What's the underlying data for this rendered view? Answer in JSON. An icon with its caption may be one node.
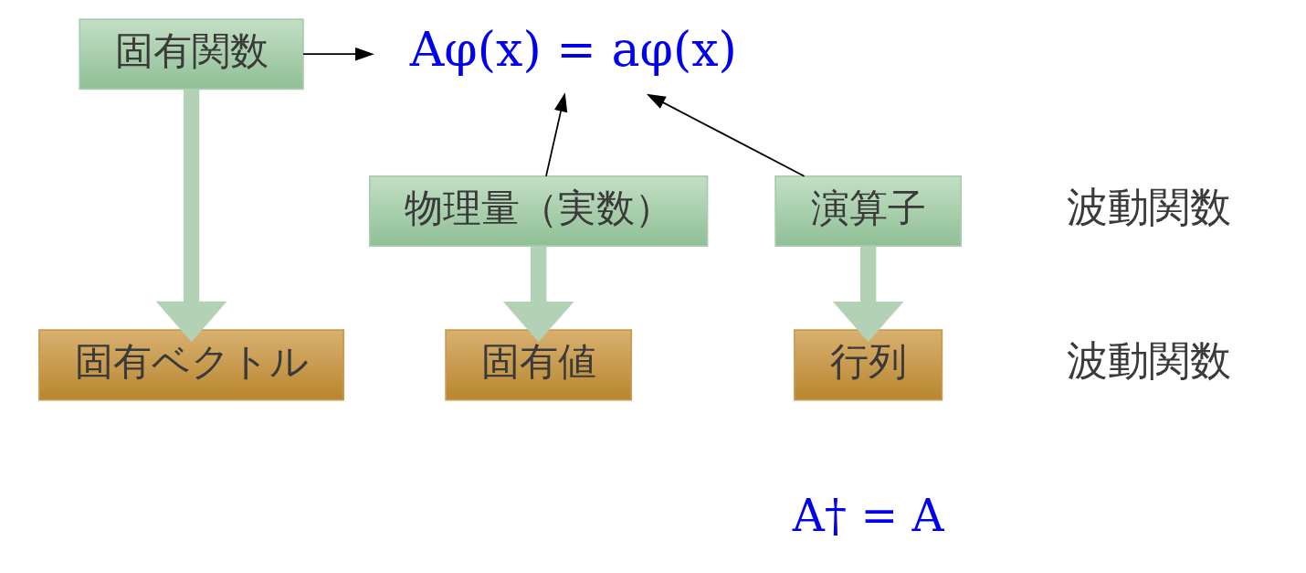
{
  "diagram": {
    "nodes": [
      {
        "text": [
          "Aφ(x) = aφ(x)"
        ]
      },
      {
        "text": [
          "固有関数"
        ]
      },
      {
        "text": [
          "演算子"
        ]
      },
      {
        "text": [
          "物理量（実数）"
        ]
      },
      {
        "text": [
          "行列"
        ],
        "beside": [
          "A† = A"
        ]
      },
      {
        "text": [
          "固有値"
        ]
      },
      {
        "text": [
          "固有ベクトル"
        ]
      }
    ],
    "edges": [
      {
        "from": 1,
        "to": 0,
        "arrow": "to"
      },
      {
        "from": 2,
        "to": 0,
        "arrow": "to"
      },
      {
        "from": 3,
        "to": 0,
        "arrow": "to"
      },
      {
        "from": 2,
        "to": 4,
        "arrow": "to",
        "style": "thick",
        "color": "#b3d1b5"
      },
      {
        "from": 3,
        "to": 5,
        "arrow": "to",
        "style": "thick",
        "color": "#b3d1b5"
      },
      {
        "from": 1,
        "to": 6,
        "arrow": "to",
        "style": "thick",
        "color": "#b3d1b5"
      }
    ],
    "labels": [
      "波動関数",
      "波動関数"
    ]
  }
}
